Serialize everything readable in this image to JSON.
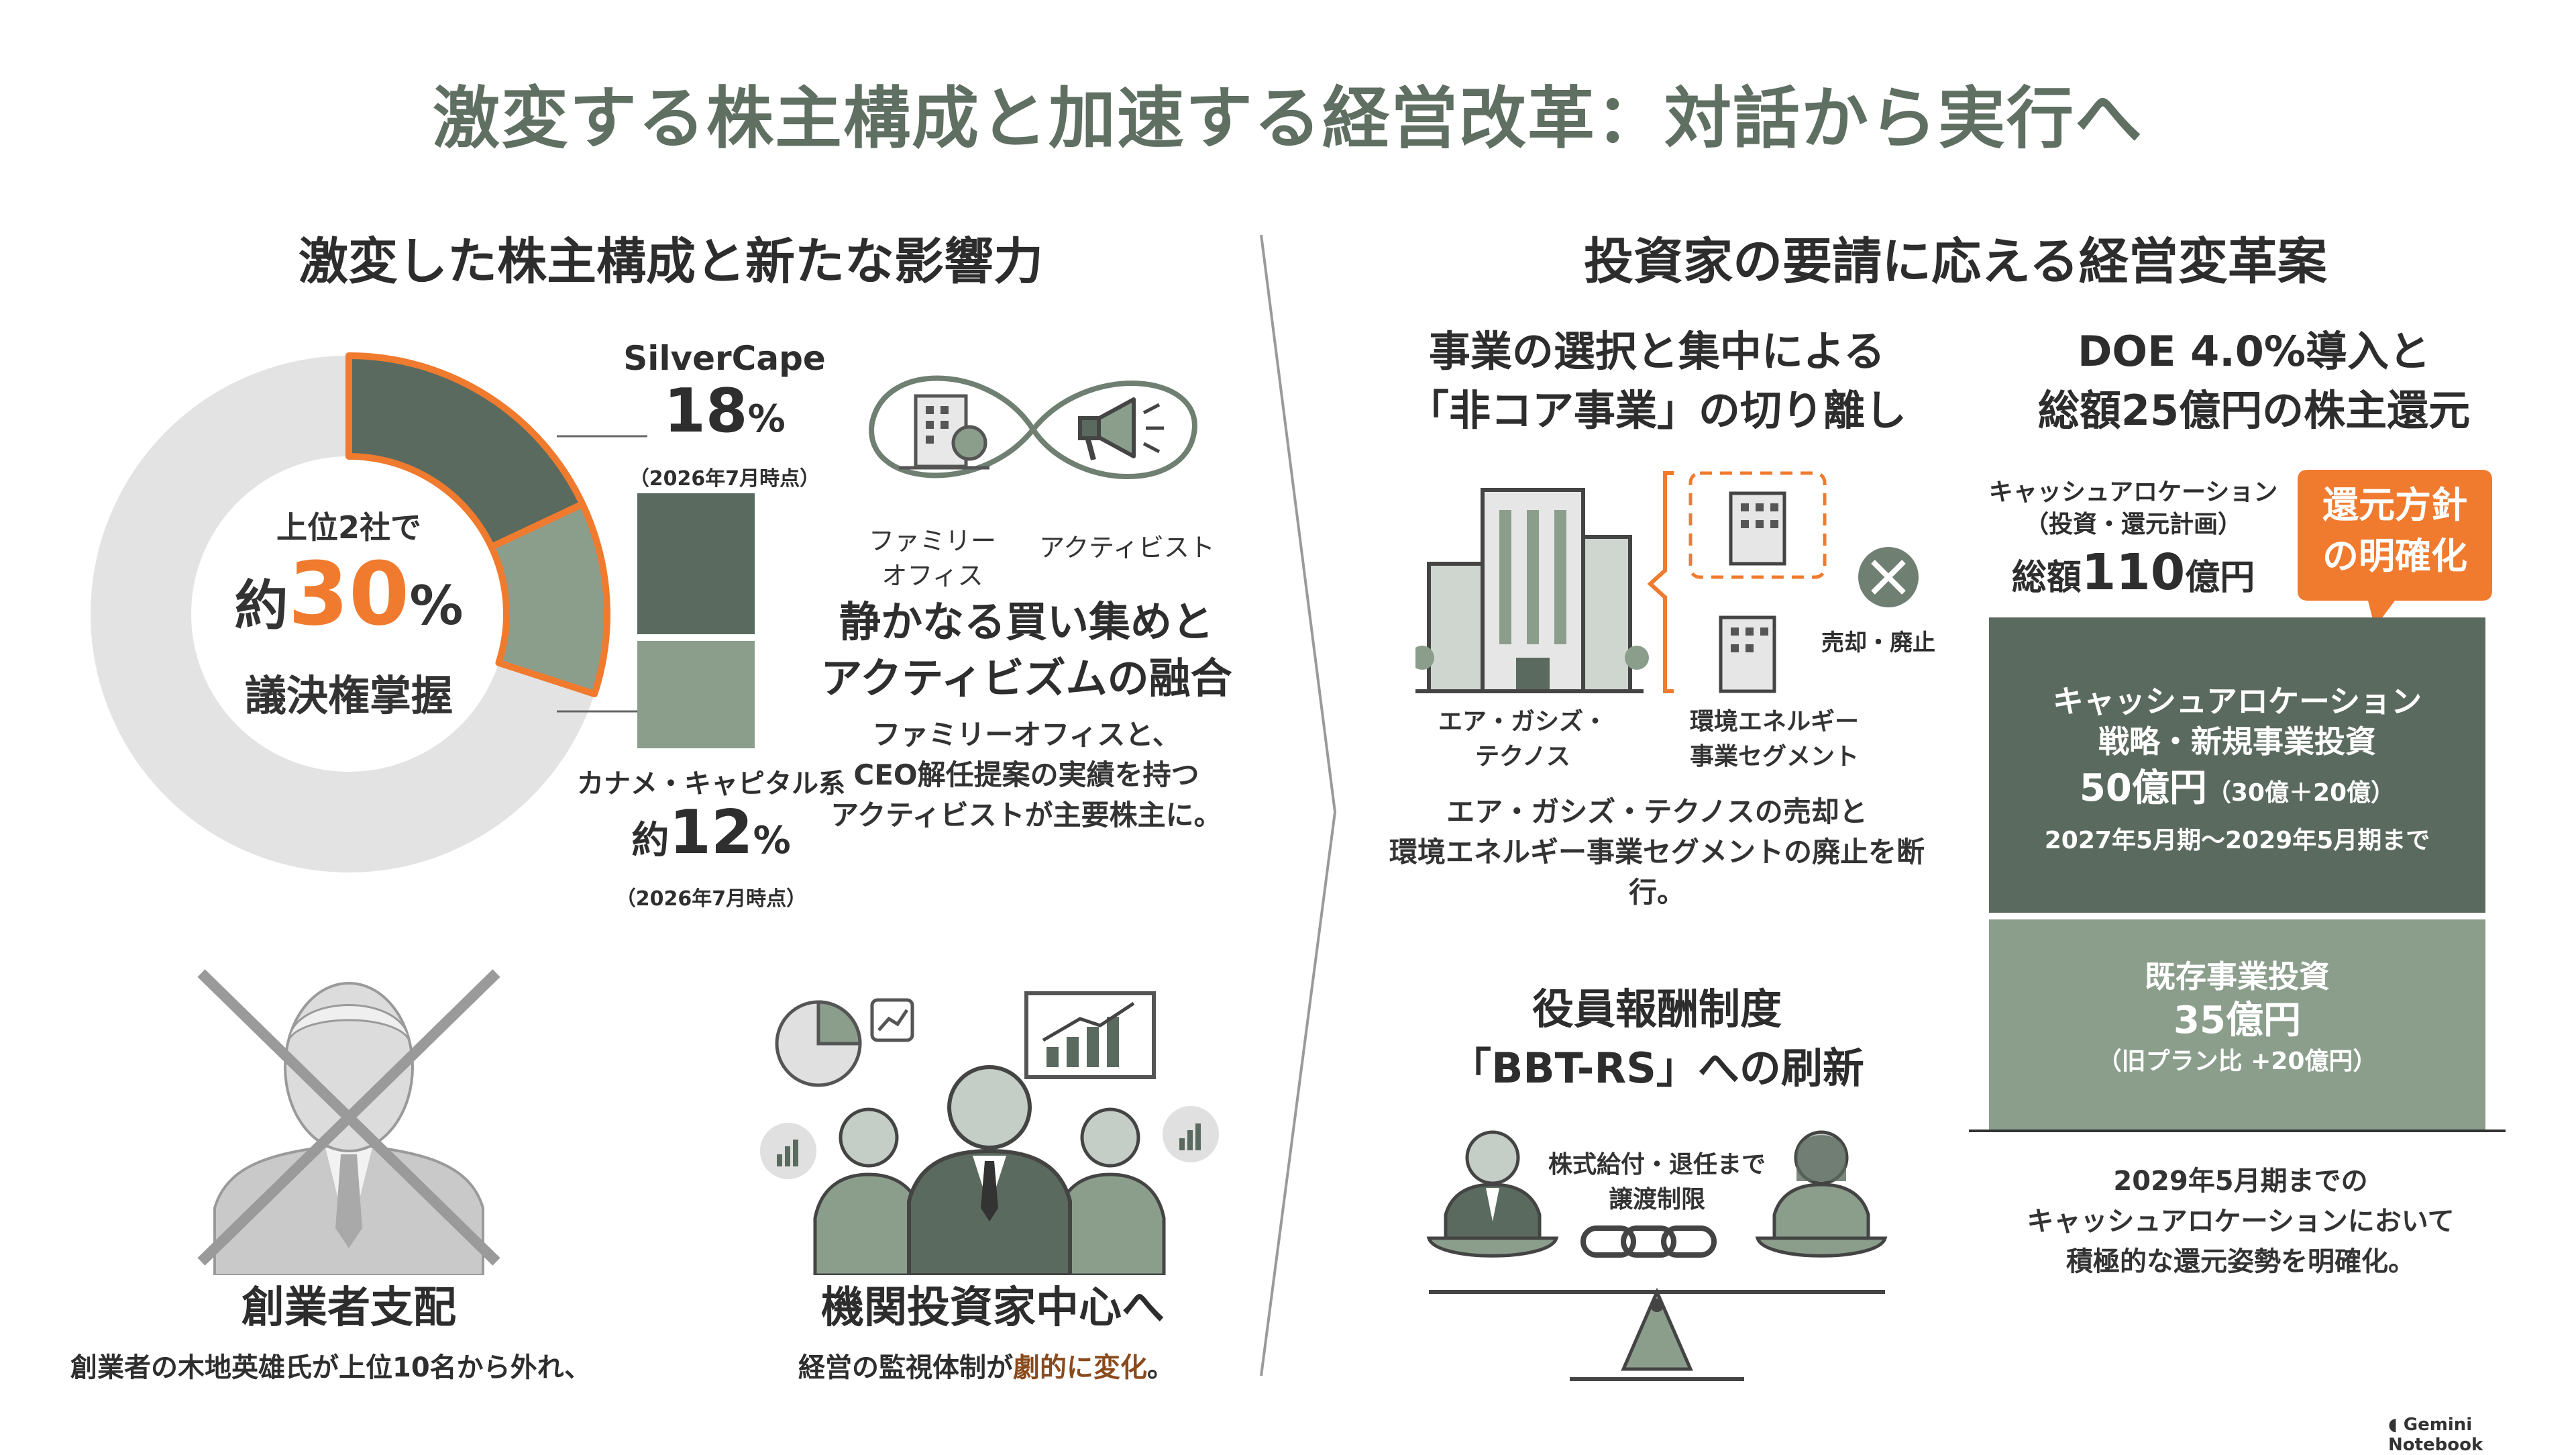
{
  "title": "激変する株主構成と加速する経営改革：対話から実行へ",
  "left": {
    "heading": "激変した株主構成と新たな影響力",
    "donut": {
      "center_top": "上位2社で",
      "center_prefix": "約",
      "center_value": "30",
      "center_unit": "%",
      "center_bottom": "議決権掌握",
      "shares": {
        "silvercape": 18,
        "kaname": 12
      }
    },
    "silvercape": {
      "name": "SilverCape",
      "value": "18",
      "unit": "%",
      "date": "（2026年7月時点）"
    },
    "kaname": {
      "name": "カナメ・キャピタル系",
      "prefix": "約",
      "value": "12",
      "unit": "%",
      "date": "（2026年7月時点）"
    },
    "activism": {
      "family_label_1": "ファミリー",
      "family_label_2": "オフィス",
      "activist_label": "アクティビスト",
      "heading_1": "静かなる買い集めと",
      "heading_2": "アクティビズムの融合",
      "desc_1": "ファミリーオフィスと、",
      "desc_2": "CEO解任提案の実績を持つ",
      "desc_3": "アクティビストが主要株主に。"
    },
    "founder": {
      "title": "創業者支配",
      "desc": "創業者の木地英雄氏が上位10名から外れ、"
    },
    "institution": {
      "title": "機関投資家中心へ",
      "desc_pre": "経営の監視体制が",
      "desc_em": "劇的に変化",
      "desc_post": "。"
    }
  },
  "right": {
    "heading": "投資家の要請に応える経営変革案",
    "selection": {
      "title_1": "事業の選択と集中による",
      "title_2": "「非コア事業」の切り離し",
      "company_1": "エア・ガシズ・",
      "company_2": "テクノス",
      "env_1": "環境エネルギー",
      "env_2": "事業セグメント",
      "sell_label": "売却・廃止",
      "desc_1": "エア・ガシズ・テクノスの売却と",
      "desc_2": "環境エネルギー事業セグメントの廃止を断行。"
    },
    "compensation": {
      "title_1": "役員報酬制度",
      "title_2": "「BBT-RS」への刷新",
      "note_1": "株式給付・退任まで",
      "note_2": "譲渡制限"
    },
    "doe": {
      "title_1": "DOE 4.0%導入と",
      "title_2": "総額25億円の株主還元",
      "ca_1": "キャッシュアロケーション",
      "ca_2": "（投資・還元計画）",
      "total_label": "総額",
      "total_value": "110",
      "total_unit": "億円",
      "callout_1": "還元方針",
      "callout_2": "の明確化",
      "box1_1": "キャッシュアロケーション",
      "box1_2": "戦略・新規事業投資",
      "box1_value": "50億円",
      "box1_sub": "（30億＋20億）",
      "box1_period": "2027年5月期～2029年5月期まで",
      "box2_1": "既存事業投資",
      "box2_value": "35億円",
      "box2_sub": "（旧プラン比 +20億円）",
      "footer_1": "2029年5月期までの",
      "footer_2": "キャッシュアロケーションにおいて",
      "footer_3": "積極的な還元姿勢を明確化。"
    }
  },
  "brand": "Gemini Notebook",
  "colors": {
    "title_green": "#5f6f62",
    "dark_green": "#5b6a5e",
    "light_green": "#8b9e8c",
    "orange": "#f07a2e",
    "donut_gray": "#e3e3e3"
  }
}
